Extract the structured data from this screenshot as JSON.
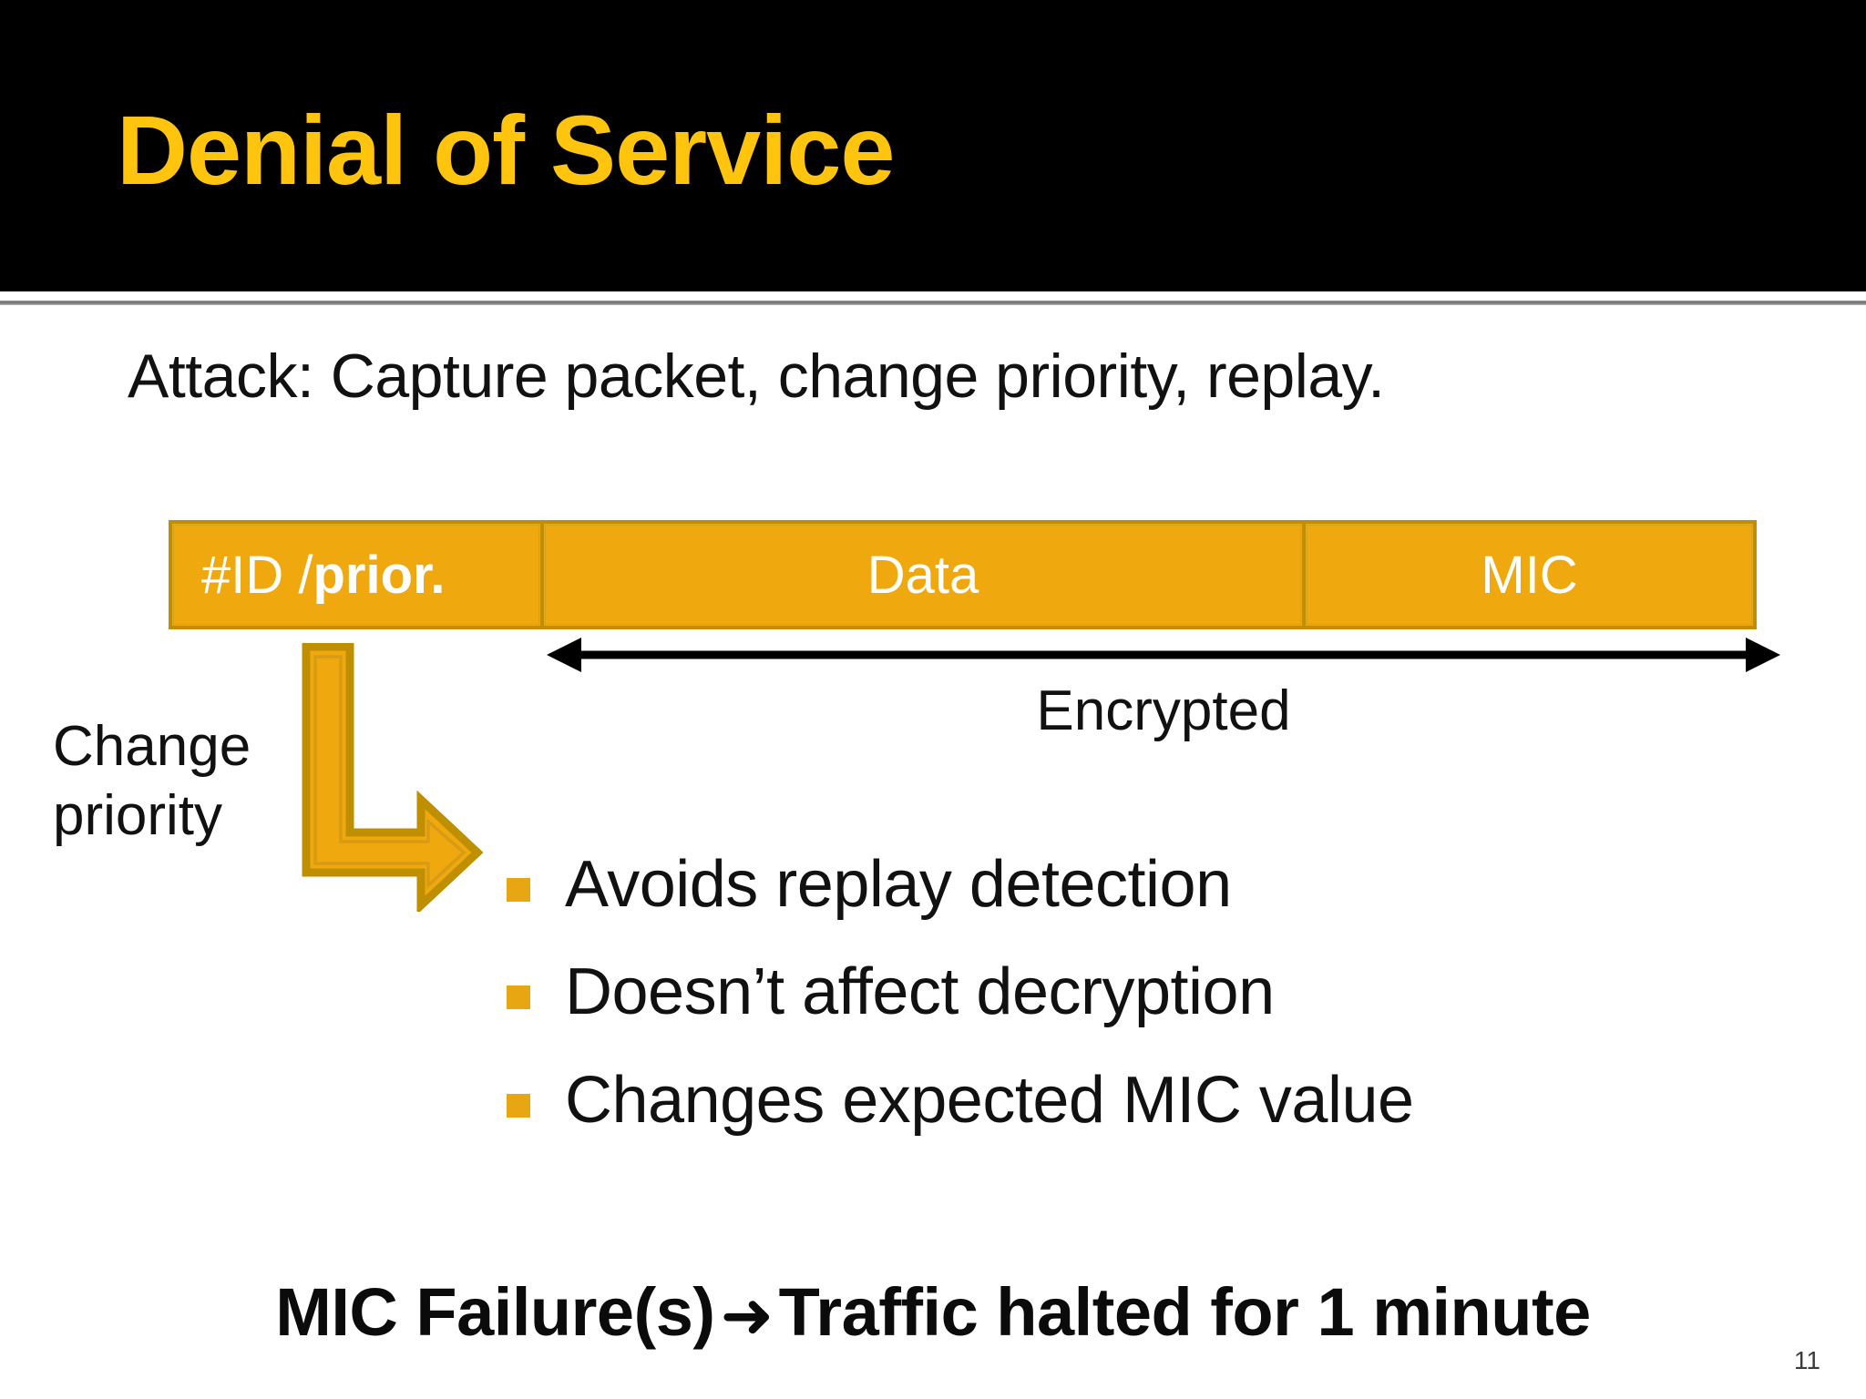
{
  "slide": {
    "title": "Denial of Service",
    "page_number": "11",
    "colors": {
      "header_background": "#000000",
      "title_text": "#FFC40D",
      "packet_fill": "#EFA80E",
      "packet_border": "#BF8F00",
      "bullet_marker": "#E8A612",
      "body_text": "#111111",
      "page_number_text": "#3C3C3C"
    }
  },
  "body": {
    "attack_line": "Attack: Capture packet, change priority, replay.",
    "packet": {
      "cells": [
        {
          "prefix": "#ID / ",
          "emphasis": "prior."
        },
        {
          "label": "Data"
        },
        {
          "label": "MIC"
        }
      ],
      "encrypted_label": "Encrypted",
      "encrypted_arrow_icon": "double-headed-arrow-icon"
    },
    "annotation": {
      "change_priority_label": "Change\npriority",
      "bent_arrow_icon": "bent-arrow-down-right-icon"
    },
    "bullets": [
      {
        "marker": "square-bullet-icon",
        "text": "Avoids replay detection"
      },
      {
        "marker": "square-bullet-icon",
        "text": "Doesn’t affect decryption"
      },
      {
        "marker": "square-bullet-icon",
        "text": "Changes expected MIC value"
      }
    ],
    "conclusion": {
      "lead": "MIC Failure(s)",
      "arrow": "➜",
      "tail": "Traffic halted for 1 minute"
    }
  }
}
